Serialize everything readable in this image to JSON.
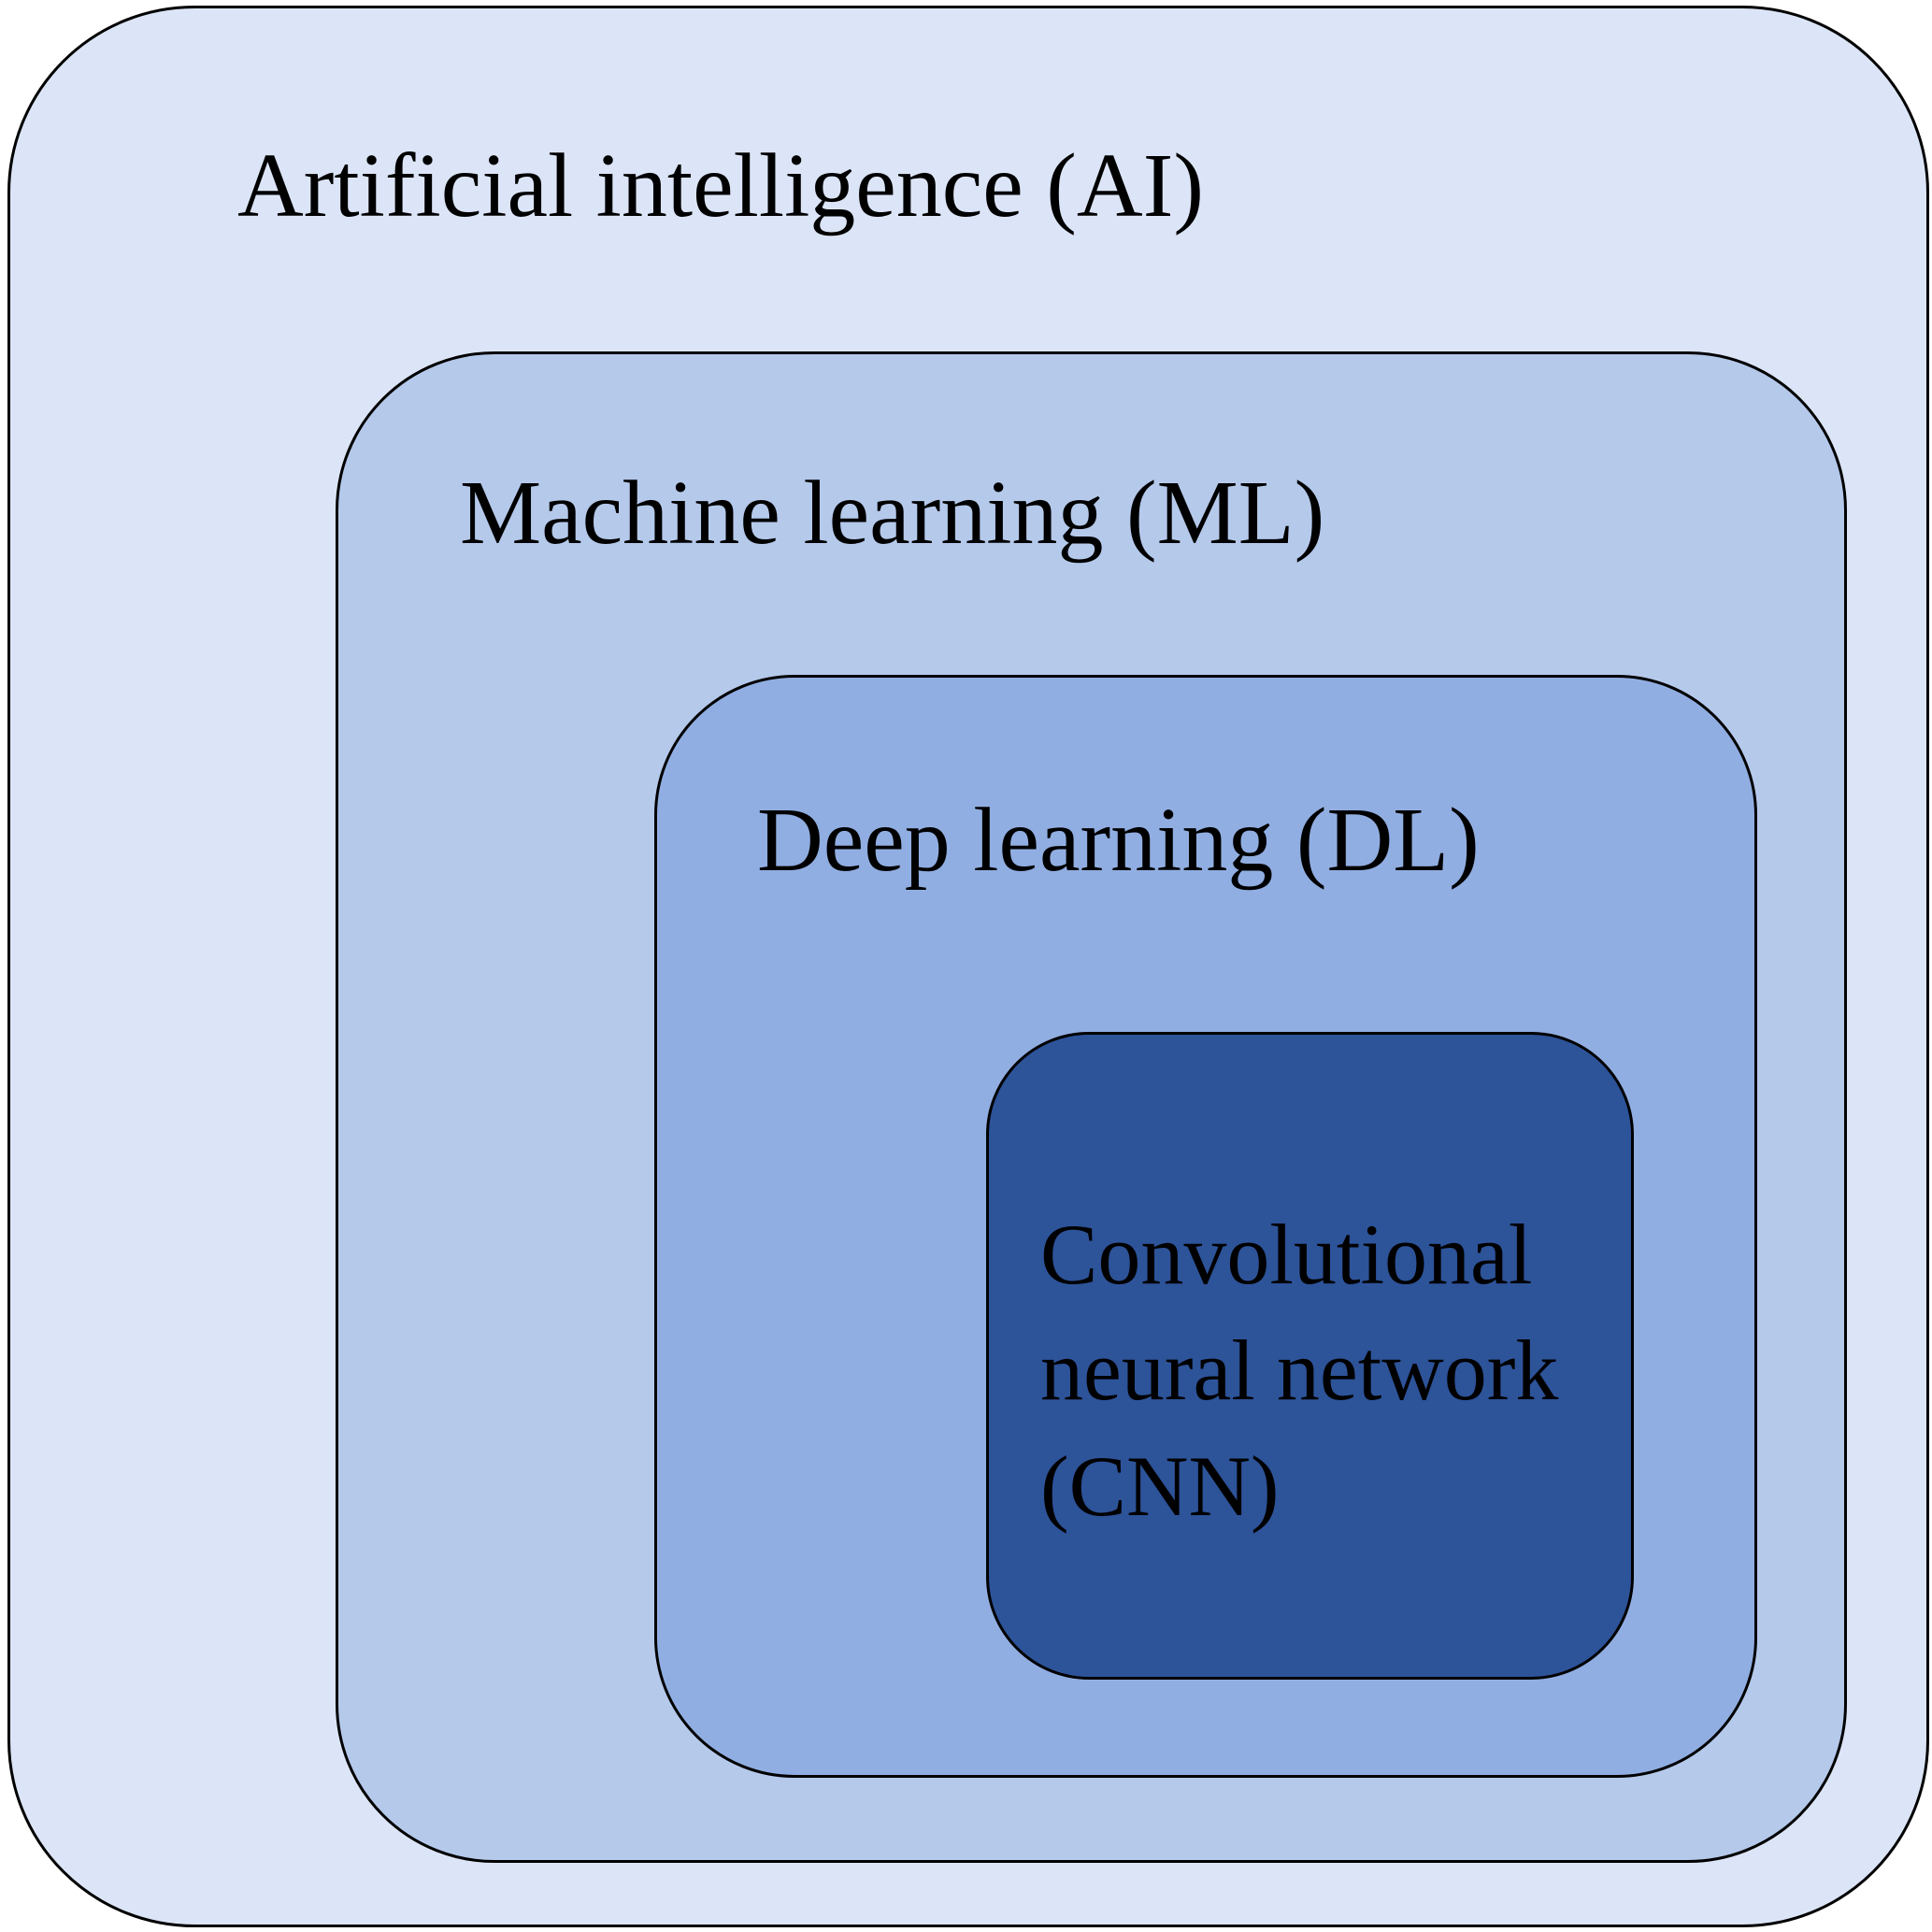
{
  "diagram": {
    "layers": [
      {
        "id": "ai",
        "label": "Artificial intelligence (AI)",
        "fill": "#dce5f7"
      },
      {
        "id": "ml",
        "label": "Machine learning (ML)",
        "fill": "#b5c9eb"
      },
      {
        "id": "dl",
        "label": "Deep learning (DL)",
        "fill": "#91aee2"
      },
      {
        "id": "cnn",
        "label_lines": [
          "Convolutional",
          "neural network",
          "(CNN)"
        ],
        "fill": "#2d5399"
      }
    ]
  }
}
